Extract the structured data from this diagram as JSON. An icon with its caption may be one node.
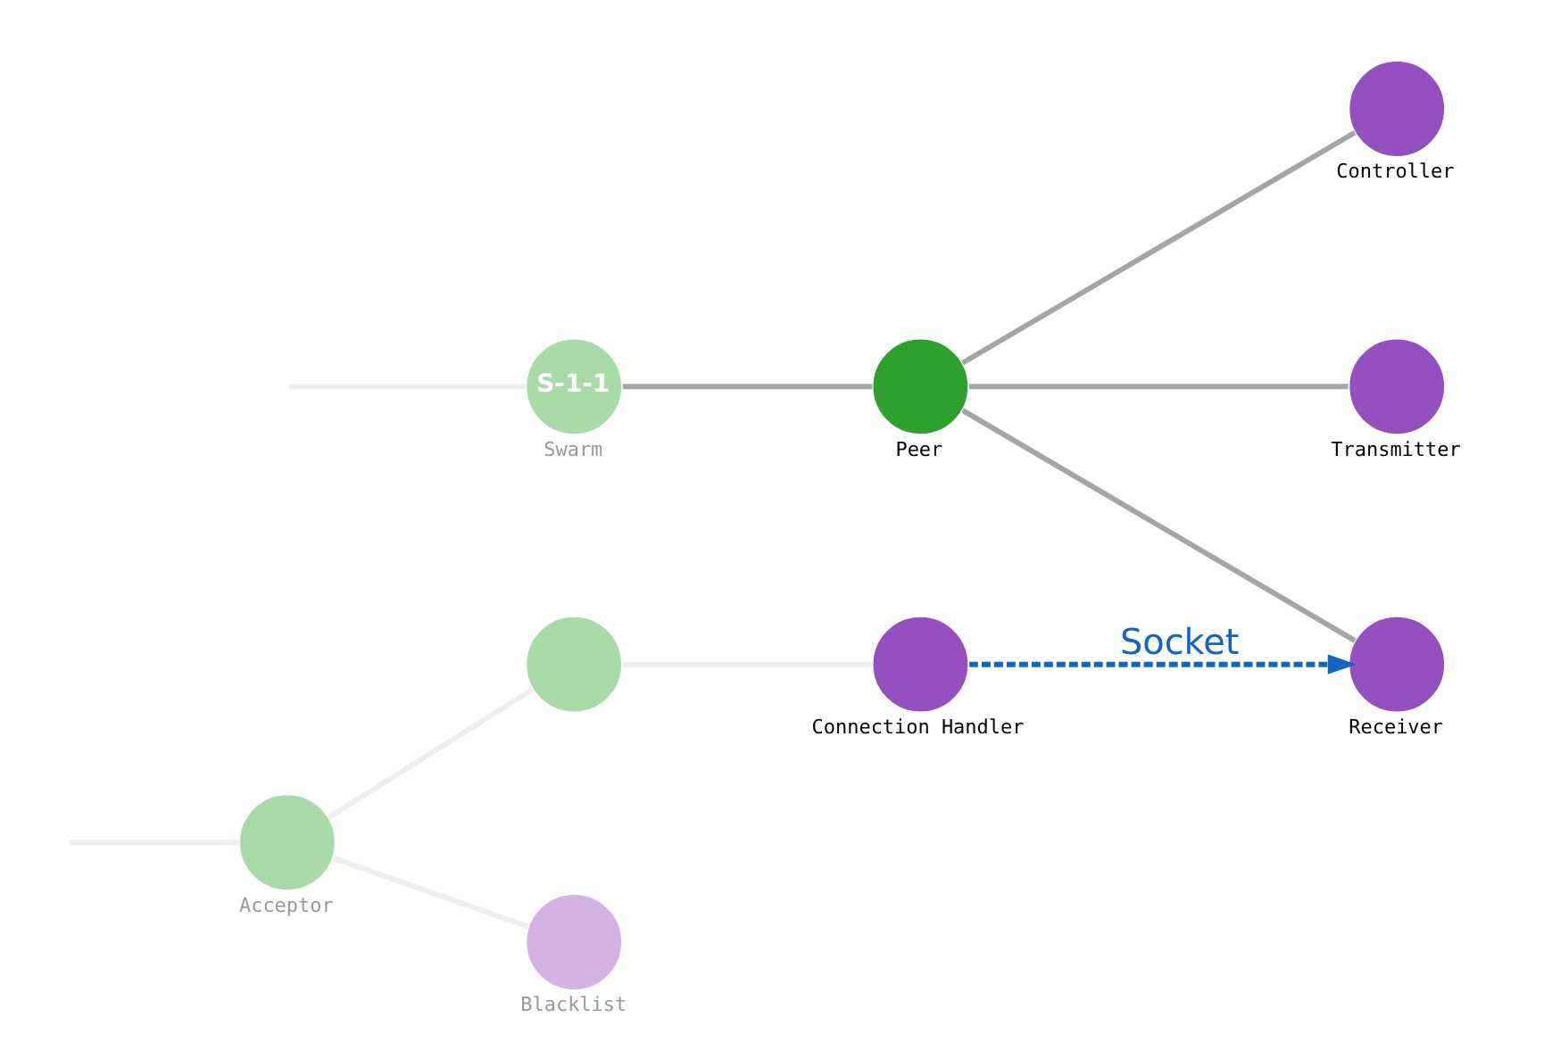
{
  "diagram": {
    "nodes": [
      {
        "text": [
          "Acceptor"
        ]
      },
      {
        "text": [],
        "shape": "circle"
      },
      {
        "text": [
          "Blacklist"
        ]
      },
      {
        "text": [
          "Connection Handler"
        ]
      },
      {
        "text": [
          "Receiver"
        ]
      },
      {
        "text": [
          "S-1-1",
          "Swarm"
        ]
      },
      {
        "text": [
          "Peer"
        ]
      },
      {
        "text": [
          "Transmitter"
        ]
      },
      {
        "text": [
          "Controller"
        ]
      }
    ],
    "edges": [
      {
        "from": null,
        "to": 0,
        "arrow": "none"
      },
      {
        "from": 0,
        "to": 1,
        "arrow": "none"
      },
      {
        "from": 0,
        "to": 2,
        "arrow": "none"
      },
      {
        "from": 1,
        "to": 3,
        "arrow": "none"
      },
      {
        "from": 3,
        "to": 4,
        "arrow": "to",
        "label": "Socket",
        "style": "dashed",
        "color": "#1565c0"
      },
      {
        "from": null,
        "to": 5,
        "arrow": "none"
      },
      {
        "from": 5,
        "to": 6,
        "arrow": "none",
        "color": "#a3a6a4"
      },
      {
        "from": 6,
        "to": 4,
        "arrow": "none",
        "color": "#a3a6a4"
      },
      {
        "from": 6,
        "to": 7,
        "arrow": "none",
        "color": "#a3a6a4"
      },
      {
        "from": 6,
        "to": 8,
        "arrow": "none",
        "color": "#a3a6a4"
      }
    ]
  }
}
